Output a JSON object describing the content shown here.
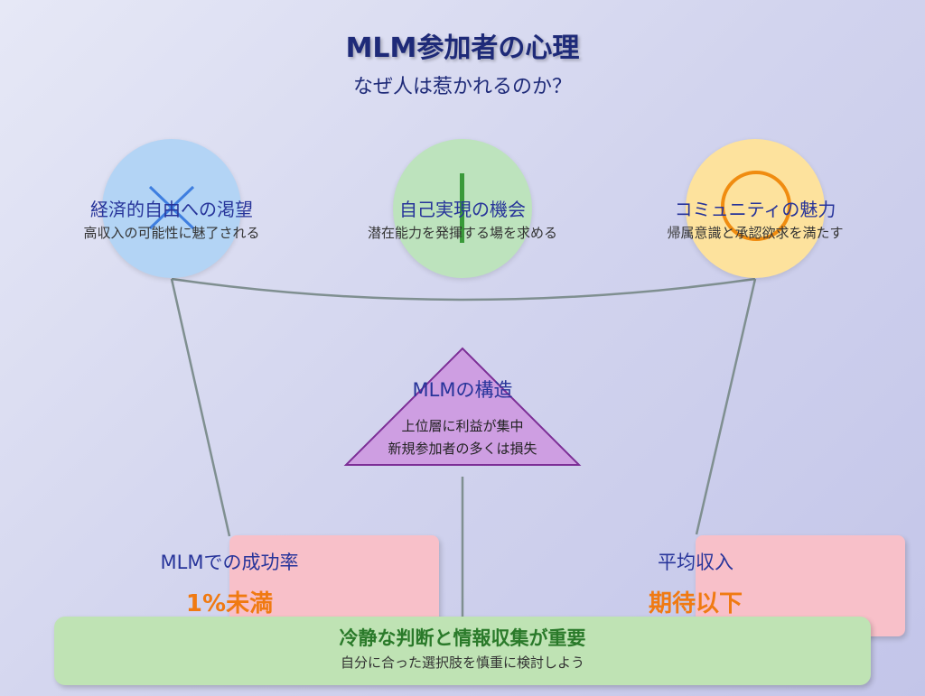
{
  "header": {
    "title": "MLM参加者の心理",
    "subtitle": "なぜ人は惹かれるのか？"
  },
  "motivations": [
    {
      "title": "経済的自由への渇望",
      "desc": "高収入の可能性に魅了される",
      "color": "#b3d4f5",
      "icon": "cross-icon"
    },
    {
      "title": "自己実現の機会",
      "desc": "潜在能力を発揮する場を求める",
      "color": "#bde3bd",
      "icon": "vertical-bar-icon"
    },
    {
      "title": "コミュニティの魅力",
      "desc": "帰属意識と承認欲求を満たす",
      "color": "#fde29d",
      "icon": "ring-icon"
    }
  ],
  "structure": {
    "title": "MLMの構造",
    "line1": "上位層に利益が集中",
    "line2": "新規参加者の多くは損失",
    "color": "#ce9ee2"
  },
  "stats": [
    {
      "label": "MLMでの成功率",
      "value": "1%未満"
    },
    {
      "label": "平均収入",
      "value": "期待以下"
    }
  ],
  "conclusion": {
    "title": "冷静な判断と情報収集が重要",
    "desc": "自分に合った選択肢を慎重に検討しよう"
  }
}
